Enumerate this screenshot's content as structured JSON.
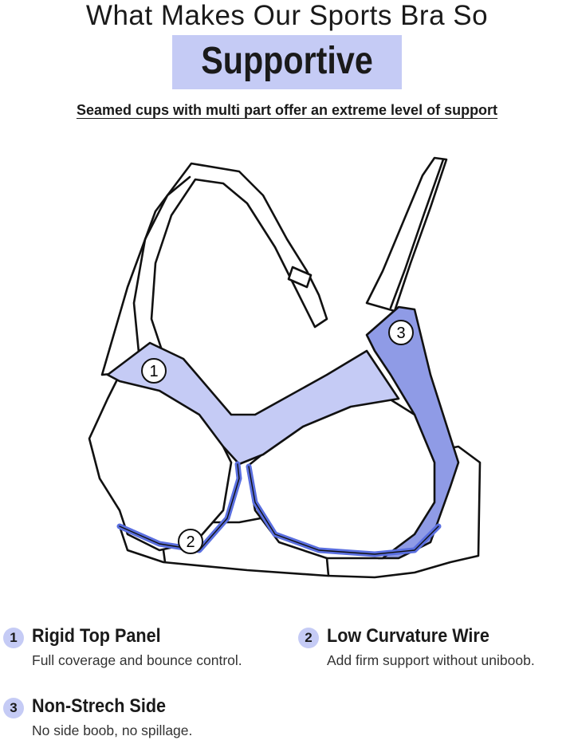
{
  "header": {
    "headline": "What Makes Our Sports Bra So",
    "highlight": "Supportive",
    "subline": "Seamed cups with multi part offer an extreme level of support"
  },
  "callouts": [
    "1",
    "2",
    "3"
  ],
  "colors": {
    "light_periwinkle": "#c5cbf5",
    "medium_periwinkle": "#8f9be6",
    "wire_blue": "#5a6fe0",
    "outline": "#111111"
  },
  "features": [
    {
      "num": "1",
      "title": "Rigid Top Panel",
      "desc": "Full coverage and bounce control."
    },
    {
      "num": "2",
      "title": "Low Curvature Wire",
      "desc": "Add firm support without uniboob."
    },
    {
      "num": "3",
      "title": "Non-Strech Side",
      "desc": "No side boob, no spillage."
    }
  ]
}
